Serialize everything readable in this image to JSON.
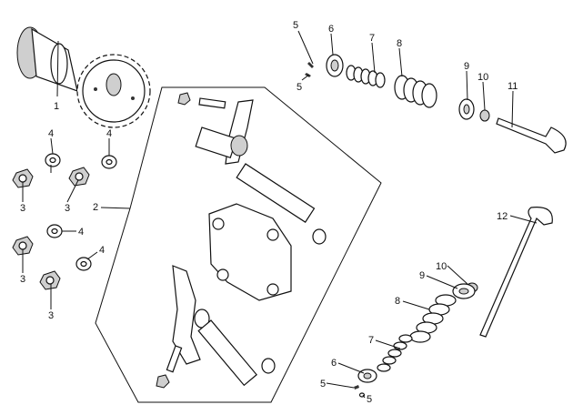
{
  "diagram": {
    "title": "Camshaft / Rocker Arm / Valve Assembly",
    "callouts": {
      "camshaft": "1",
      "rocker_arm_assembly": "2",
      "nut_a": "3",
      "nut_b": "3",
      "nut_c": "3",
      "nut_d": "3",
      "washer_a": "4",
      "washer_b": "4",
      "washer_c": "4",
      "washer_d": "4",
      "intake_cotter_top": "5",
      "intake_cotter_bottom": "5",
      "intake_retainer": "6",
      "intake_inner_spring": "7",
      "intake_outer_spring": "8",
      "intake_spring_seat": "9",
      "intake_stem_seal": "10",
      "intake_valve": "11",
      "exhaust_valve": "12",
      "exhaust_stem_seal": "10",
      "exhaust_spring_seat": "9",
      "exhaust_outer_spring": "8",
      "exhaust_inner_spring": "7",
      "exhaust_retainer": "6",
      "exhaust_cotter_left": "5",
      "exhaust_cotter_right": "5"
    }
  }
}
